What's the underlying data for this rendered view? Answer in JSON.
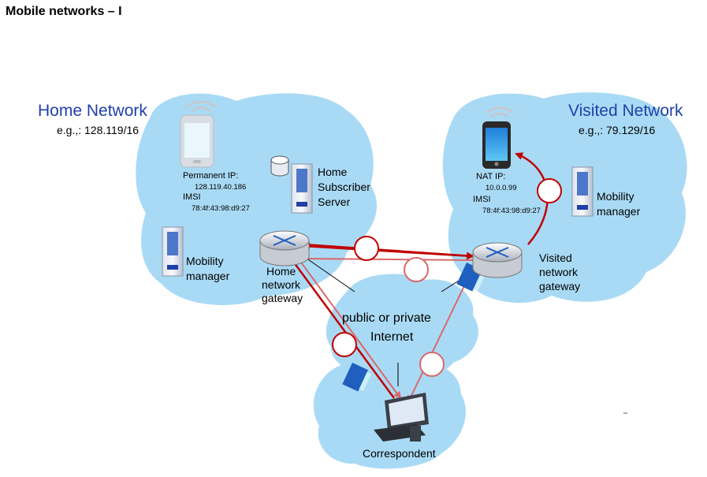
{
  "slide": {
    "title": "Mobile networks – I"
  },
  "home_network": {
    "title": "Home Network",
    "prefix": "e.g.,: 128.119/16",
    "device": {
      "ip_label": "Permanent IP:",
      "ip_value": "128.119.40.186",
      "imsi_label": "IMSI",
      "imsi_value": "78:4f:43:98:d9:27"
    },
    "hss_lines": [
      "Home",
      "Subscriber",
      "Server"
    ],
    "mm_lines": [
      "Mobility",
      "manager"
    ],
    "gateway_lines": [
      "Home",
      "network",
      "gateway"
    ]
  },
  "visited_network": {
    "title": "Visited Network",
    "prefix": "e.g.,: 79.129/16",
    "device": {
      "ip_label": "NAT IP:",
      "ip_value": "10.0.0.99",
      "imsi_label": "IMSI",
      "imsi_value": "78:4f:43:98:d9:27"
    },
    "mm_lines": [
      "Mobility",
      "manager"
    ],
    "gateway_lines": [
      "Visited",
      "network",
      "gateway"
    ]
  },
  "internet": {
    "lines": [
      "public or  private",
      "Internet"
    ]
  },
  "correspondent": {
    "label": "Correspondent"
  },
  "colors": {
    "cloud": "#a9daf5",
    "title_blue": "#1f3fa8",
    "arrow_red": "#c00000",
    "line_pink": "#d9696b",
    "link_black": "#000000"
  }
}
